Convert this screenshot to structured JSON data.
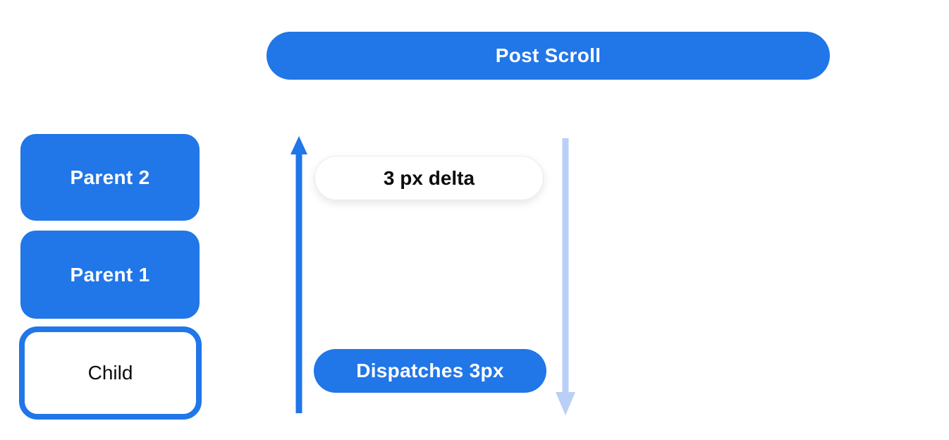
{
  "diagram": {
    "title_pill": {
      "label": "Post Scroll"
    },
    "stack": [
      {
        "label": "Parent 2",
        "variant": "filled"
      },
      {
        "label": "Parent 1",
        "variant": "filled"
      },
      {
        "label": "Child",
        "variant": "outlined"
      }
    ],
    "delta_pill": {
      "label": "3 px delta"
    },
    "dispatches_pill": {
      "label": "Dispatches 3px"
    },
    "arrows": {
      "up_arrow": {
        "direction": "up",
        "color": "#2176e8"
      },
      "down_arrow": {
        "direction": "down",
        "color": "#b9cff5"
      }
    },
    "colors": {
      "primary_blue": "#2176e8",
      "light_blue": "#b9cff5",
      "pill_border_gray": "#ececec",
      "text_dark": "#0d0d0d",
      "text_light": "#ffffff"
    }
  }
}
